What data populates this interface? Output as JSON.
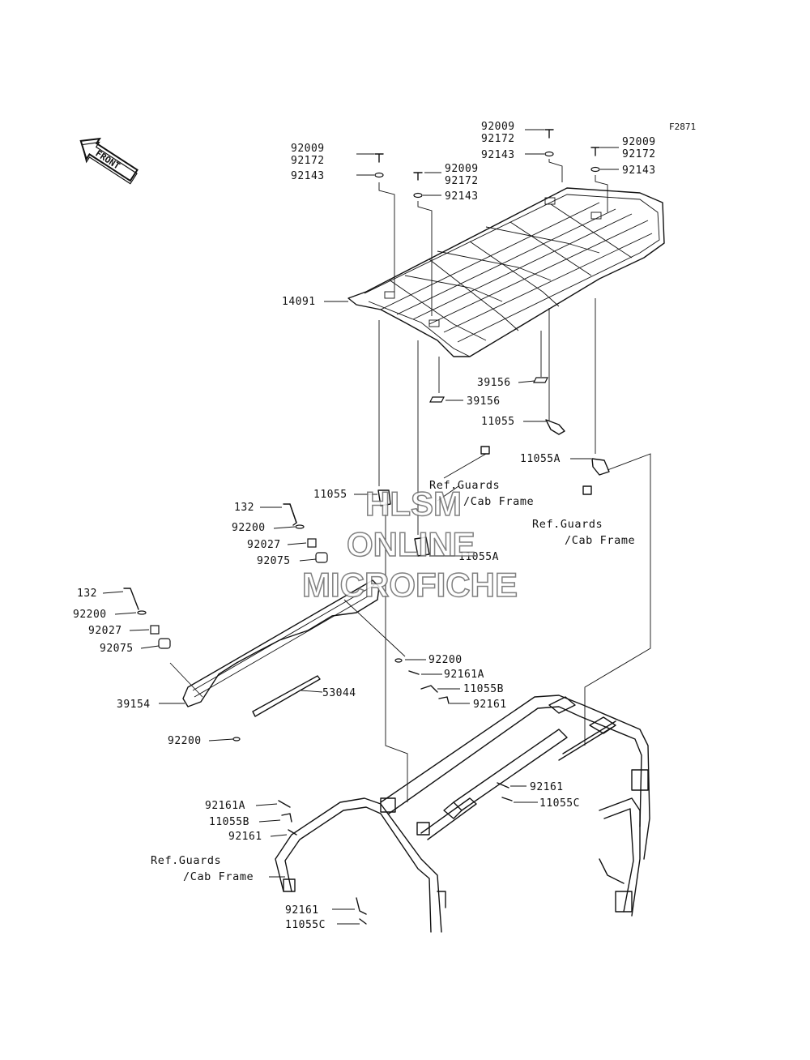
{
  "figure_id": "F2871",
  "direction_arrow": {
    "label": "FRONT",
    "icon": "front-arrow-icon"
  },
  "watermark": {
    "line1": "HLSM",
    "line2": "ONLINE",
    "line3": "MICROFICHE"
  },
  "callouts": {
    "c_92009_a": "92009",
    "c_92172_a": "92172",
    "c_92143_a": "92143",
    "c_92009_b": "92009",
    "c_92172_b": "92172",
    "c_92143_b": "92143",
    "c_92009_c": "92009",
    "c_92172_c": "92172",
    "c_92143_c": "92143",
    "c_92009_d": "92009",
    "c_92172_d": "92172",
    "c_92143_d": "92143",
    "c_14091": "14091",
    "c_39156_a": "39156",
    "c_39156_b": "39156",
    "c_11055_a": "11055",
    "c_11055A_a": "11055A",
    "c_11055_b": "11055",
    "c_11055A_b": "11055A",
    "c_132_a": "132",
    "c_92200_a": "92200",
    "c_92027_a": "92027",
    "c_92075_a": "92075",
    "c_132_b": "132",
    "c_92200_b": "92200",
    "c_92027_b": "92027",
    "c_92075_b": "92075",
    "c_39154": "39154",
    "c_53044": "53044",
    "c_92200_c": "92200",
    "c_92161A_a": "92161A",
    "c_11055B_a": "11055B",
    "c_92161_a": "92161",
    "c_92200_d": "92200",
    "c_92161_b": "92161",
    "c_11055C_a": "11055C",
    "c_92161A_b": "92161A",
    "c_11055B_b": "11055B",
    "c_92161_c": "92161",
    "c_92161_d": "92161",
    "c_11055C_b": "11055C"
  },
  "references": {
    "ref1_line1": "Ref.Guards",
    "ref1_line2": "/Cab Frame",
    "ref2_line1": "Ref.Guards",
    "ref2_line2": "/Cab Frame",
    "ref3_line1": "Ref.Guards",
    "ref3_line2": "/Cab Frame"
  }
}
